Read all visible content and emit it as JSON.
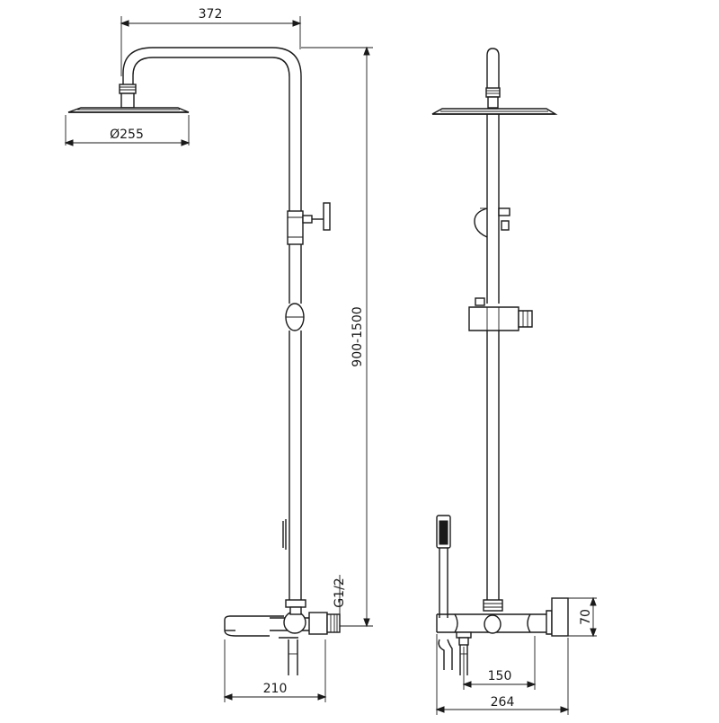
{
  "dimensions": {
    "top_width": "372",
    "head_diameter": "Ø255",
    "height_range": "900-1500",
    "thread": "G1/2",
    "spout_reach": "210",
    "bar_distance": "150",
    "total_width": "264",
    "mixer_height": "70"
  },
  "colors": {
    "line": "#1a1a1a",
    "background": "#ffffff"
  }
}
